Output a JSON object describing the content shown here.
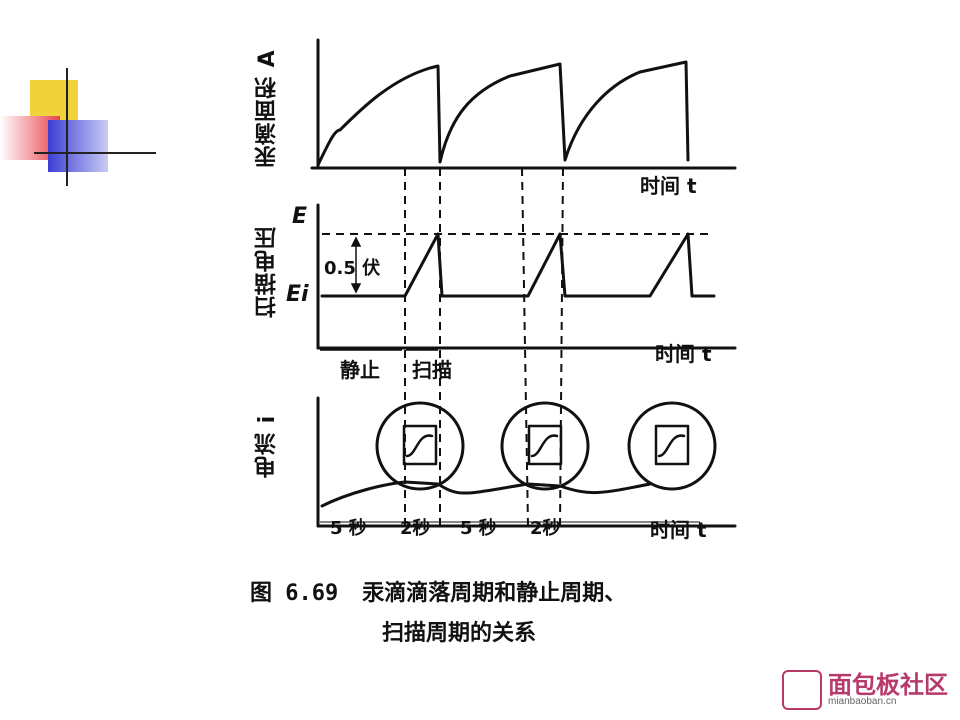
{
  "panels": {
    "top": {
      "ylabel": "汞滴面积 A",
      "xlabel": "时间 t"
    },
    "middle": {
      "ylabel": "扫描电压",
      "xlabel": "时间 t",
      "e_label": "E",
      "ei_label": "Ei",
      "delta_label": "0.5 伏",
      "phase_rest": "静止",
      "phase_scan": "扫描"
    },
    "bottom": {
      "ylabel": "电流 i",
      "xlabel": "时间 t",
      "seg1": "5 秒",
      "seg2": "2秒",
      "seg3": "5 秒",
      "seg4": "2秒"
    }
  },
  "caption": {
    "figure_no": "图 6.69",
    "line1": "汞滴滴落周期和静止周期、",
    "line2": "扫描周期的关系"
  },
  "watermark": {
    "title": "面包板社区",
    "url": "mianbaoban.cn"
  },
  "colors": {
    "deco_yellow": "#f0d23a",
    "deco_red": "#e8434b",
    "deco_blue": "#3b3fd4",
    "ink": "#111111"
  }
}
